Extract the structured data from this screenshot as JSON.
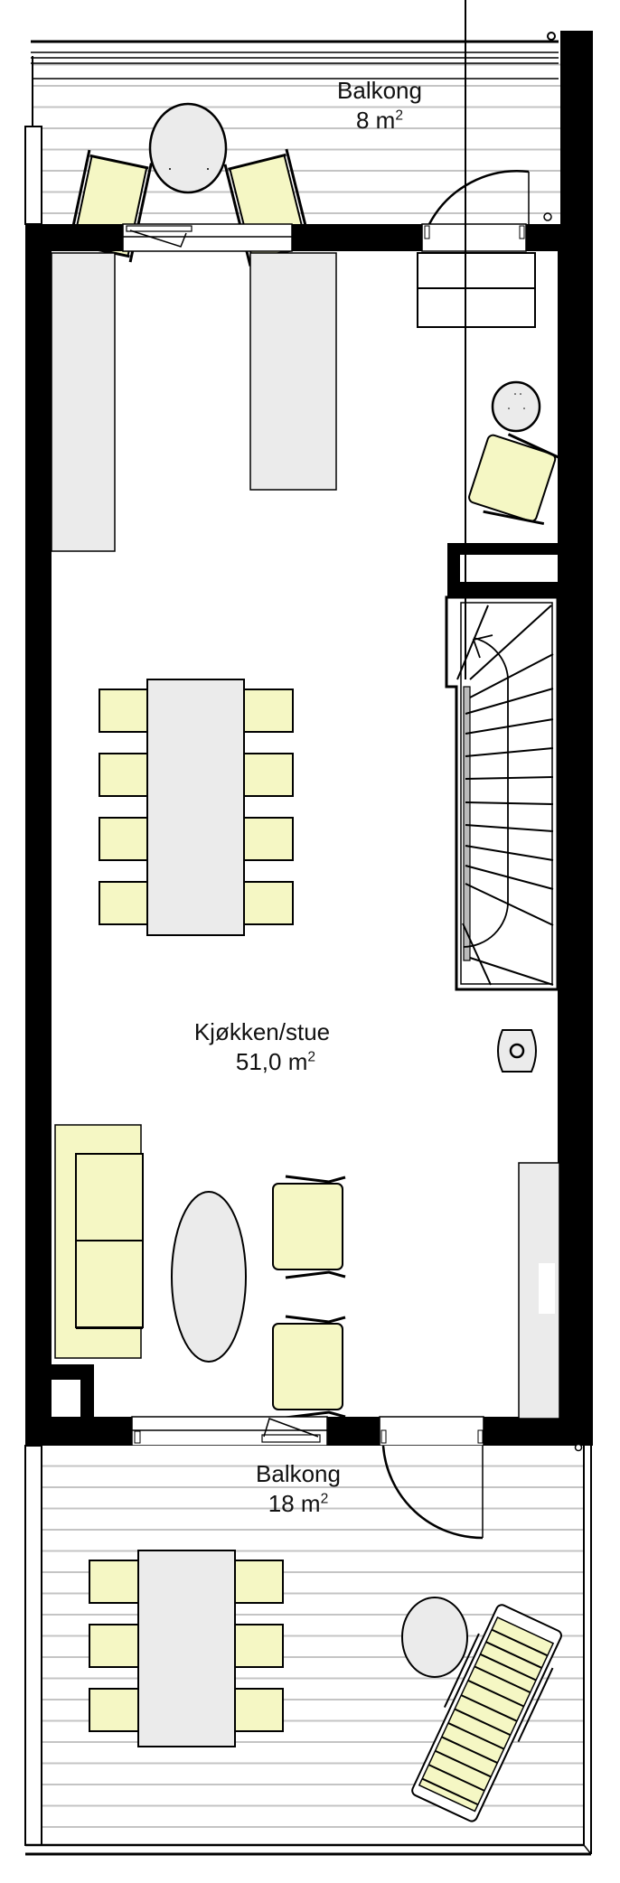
{
  "plan": {
    "type": "floor-plan",
    "rooms": [
      {
        "id": "balcony-top",
        "name": "Balkong",
        "area_value": "8",
        "area_unit": "m",
        "area_exp": "2"
      },
      {
        "id": "kitchen-living",
        "name": "Kjøkken/stue",
        "area_value": "51,0",
        "area_unit": "m",
        "area_exp": "2"
      },
      {
        "id": "balcony-bottom",
        "name": "Balkong",
        "area_value": "18",
        "area_unit": "m",
        "area_exp": "2"
      }
    ],
    "furniture": {
      "top_balcony": [
        "lounge-chair",
        "round-table",
        "lounge-chair"
      ],
      "kitchen": [
        "counter-left",
        "kitchen-island",
        "fridge-unit",
        "side-table",
        "armchair"
      ],
      "dining": {
        "table": 1,
        "chairs": 8
      },
      "living": [
        "sofa",
        "oval-coffee-table",
        "armchair",
        "armchair",
        "tv-bench",
        "toilet-wc"
      ],
      "bottom_balcony": {
        "table": 1,
        "chairs": 6,
        "extras": [
          "round-table",
          "sun-lounger"
        ]
      },
      "circulation": [
        "staircase"
      ]
    },
    "colors": {
      "wall": "#000000",
      "furniture_fill": "#ebebeb",
      "upholstery_fill": "#f5f7c4",
      "deck_line": "#c4c4c4",
      "background": "#ffffff"
    }
  }
}
